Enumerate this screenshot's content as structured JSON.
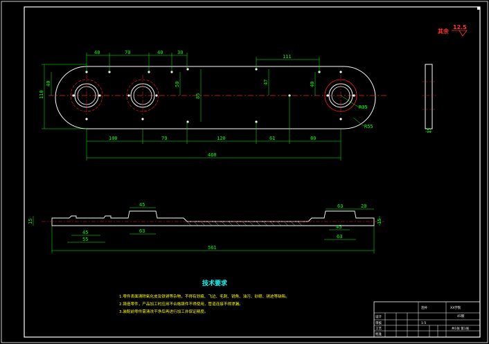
{
  "colors": {
    "frame": "#ffffff",
    "dimension": "#00ff00",
    "outline": "#ffffff",
    "center": "#ff2020",
    "notes": "#ffff00",
    "heading": "#00ffff"
  },
  "roughness": {
    "prefix": "其余",
    "value": "12.5"
  },
  "plan_dims": {
    "top_1": "40",
    "top_2": "70",
    "top_3": "40",
    "top_4": "30",
    "top_5": "111",
    "left_outer": "110",
    "left_inner": "40",
    "mid_v1": "50",
    "mid_v2": "85",
    "mid_v3": "47",
    "right_v": "40",
    "bot_1": "100",
    "bot_2": "79",
    "bot_3": "120",
    "bot_4": "61",
    "bot_5": "80",
    "overall": "460",
    "radius_1": "R35",
    "radius_2": "R55"
  },
  "section_dims": {
    "top_left": "45",
    "top_right": "63",
    "top_far": "20",
    "left_h": "15",
    "right_h": "15",
    "b1": "45",
    "b2": "55",
    "b3": "63",
    "b4": "45",
    "b5": "63",
    "overall": "561"
  },
  "side_dims": {
    "thickness": "15"
  },
  "tech": {
    "title": "技术要求",
    "items": [
      "1.零件表面清除氧化皮及铁锈等杂物，不得有划痕、飞边、毛刺、锐角、油污、砂眼、锈迹等缺陷。",
      "2.铸造零件，产品加工时应用不合格铸件不得使用，管道连接不得渗漏。",
      "3.装配前零件需清洗干净后再进行加工并保证精度。"
    ]
  },
  "title_block": {
    "part_name": "连杆",
    "company": "XX学院",
    "drawing_no": "45钢",
    "scale": "1:5",
    "sheet": "共1张 第1张",
    "rows": [
      "设计",
      "审核",
      "工艺",
      "批准"
    ]
  }
}
